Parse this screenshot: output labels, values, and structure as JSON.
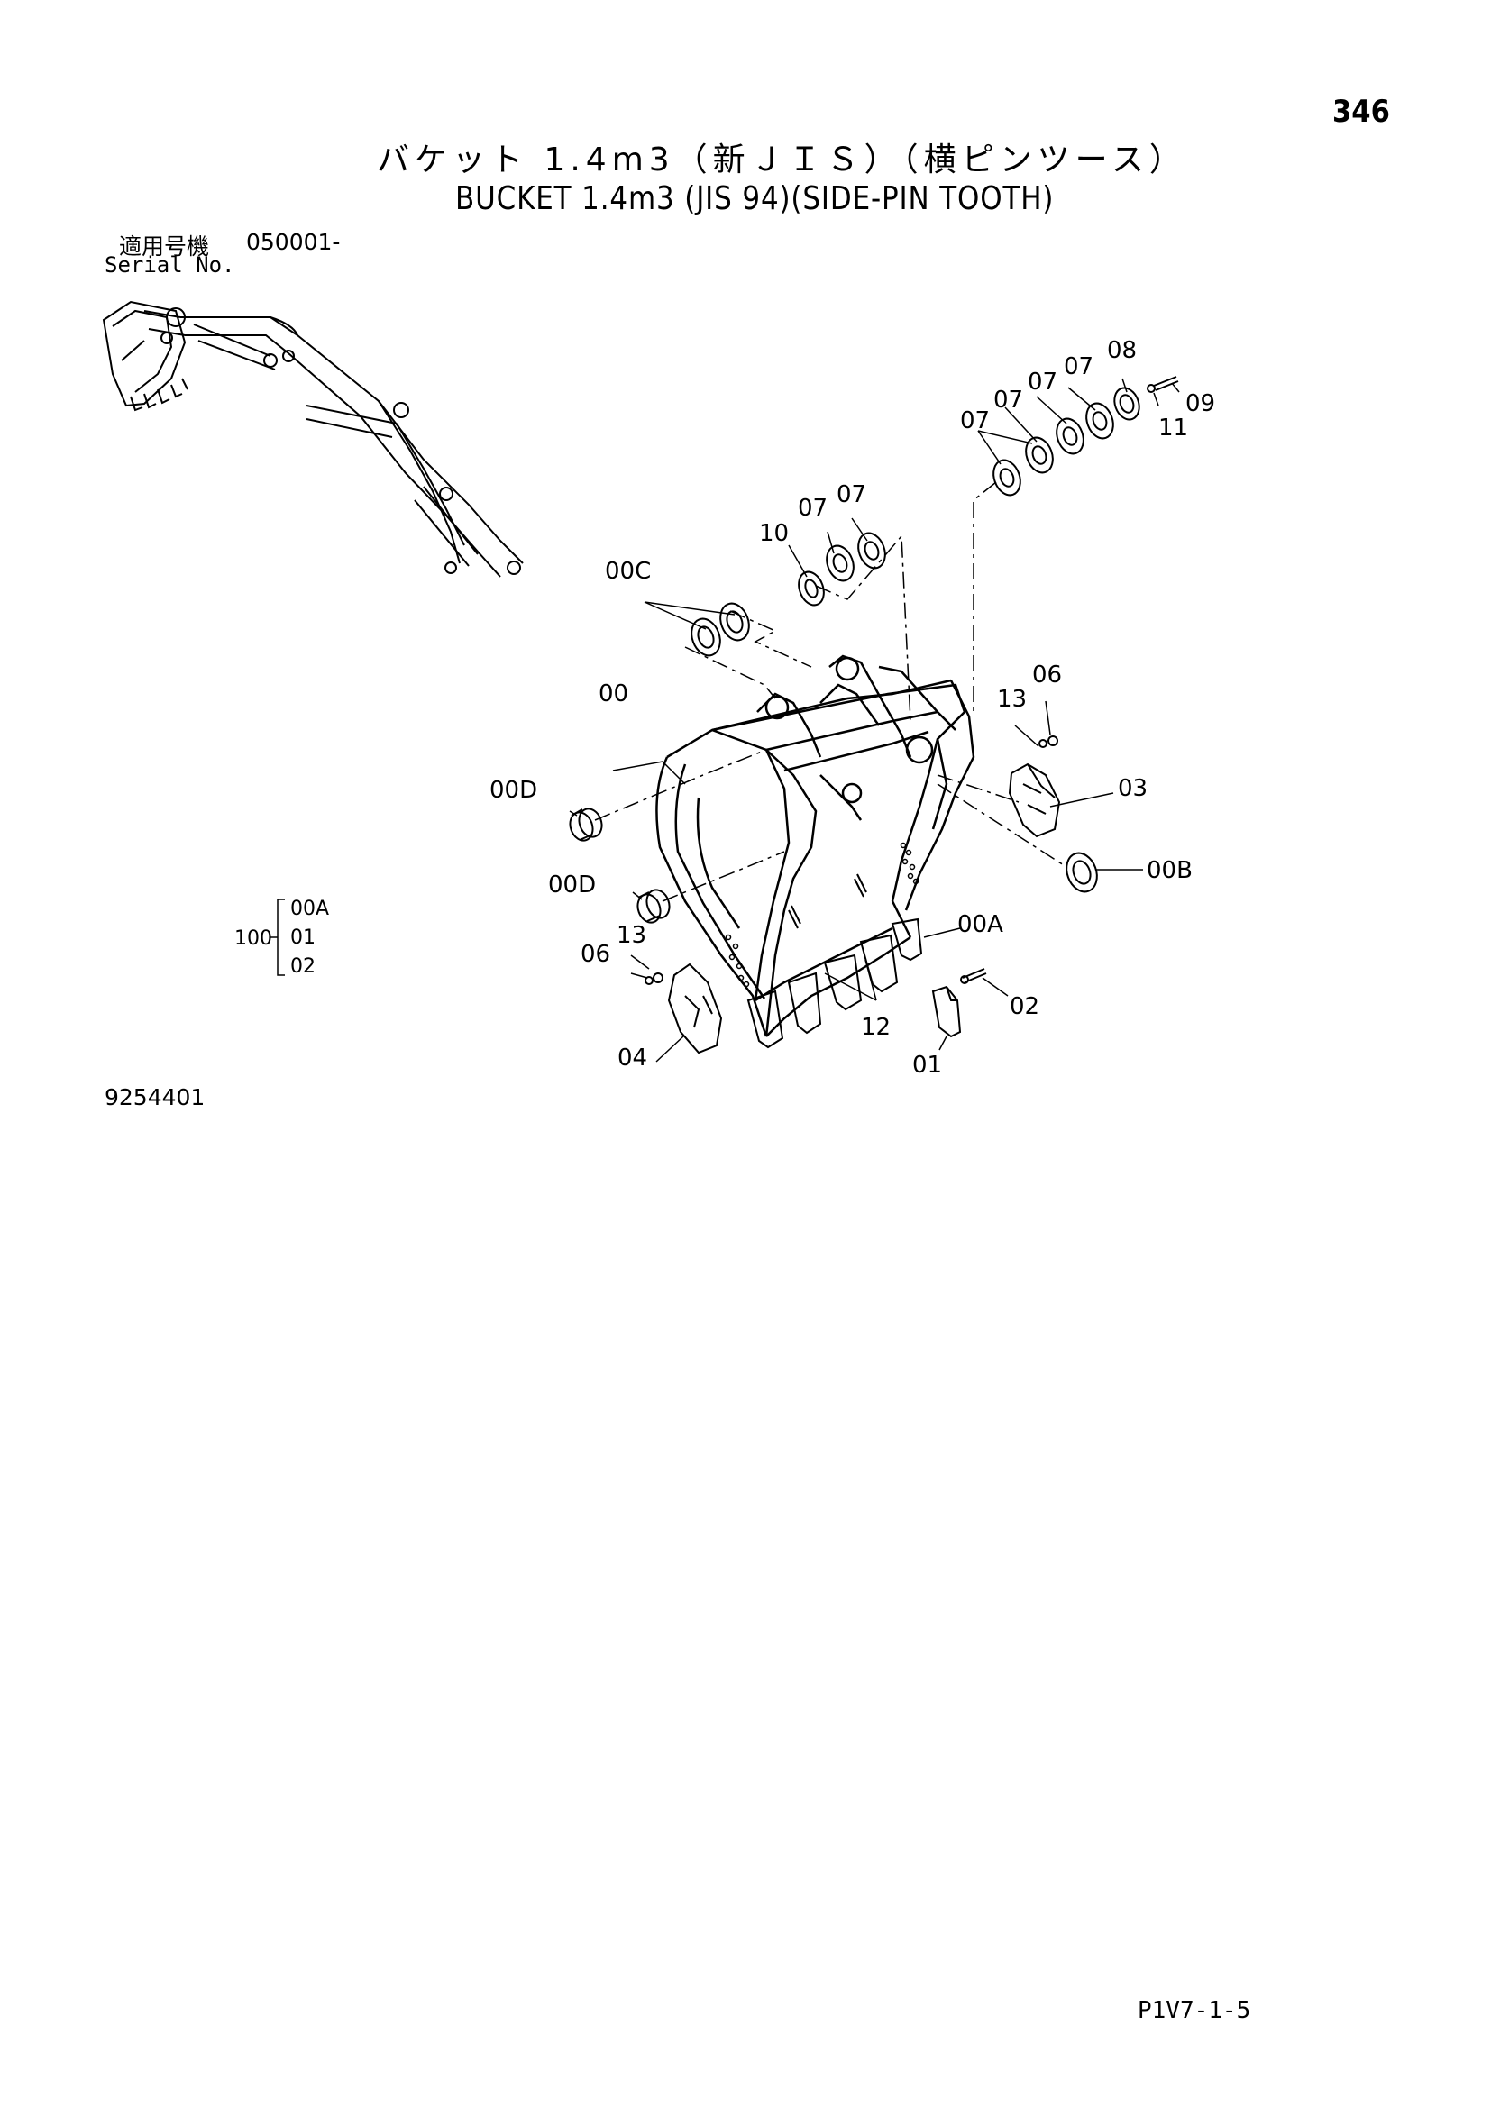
{
  "page_number": "346",
  "title_jp": "バケット 1.4m3（新ＪＩＳ）（横ピンツース）",
  "title_en": "BUCKET 1.4m3 (JIS 94)(SIDE-PIN TOOTH)",
  "serial": {
    "label_jp": "適用号機",
    "label_en": "Serial No.",
    "value": "050001-"
  },
  "assembly": {
    "number": "100",
    "parts": [
      "00A",
      "01",
      "02"
    ]
  },
  "callouts": {
    "c00": "00",
    "c00A": "00A",
    "c00B": "00B",
    "c00C": "00C",
    "c00D_1": "00D",
    "c00D_2": "00D",
    "c01": "01",
    "c02": "02",
    "c03": "03",
    "c04": "04",
    "c06_1": "06",
    "c06_2": "06",
    "c07_1": "07",
    "c07_2": "07",
    "c07_3": "07",
    "c07_4": "07",
    "c07_5": "07",
    "c07_6": "07",
    "c08": "08",
    "c09": "09",
    "c10": "10",
    "c11": "11",
    "c12": "12",
    "c13_1": "13",
    "c13_2": "13"
  },
  "document_number": "9254401",
  "footer_code": "P1V7-1-5"
}
